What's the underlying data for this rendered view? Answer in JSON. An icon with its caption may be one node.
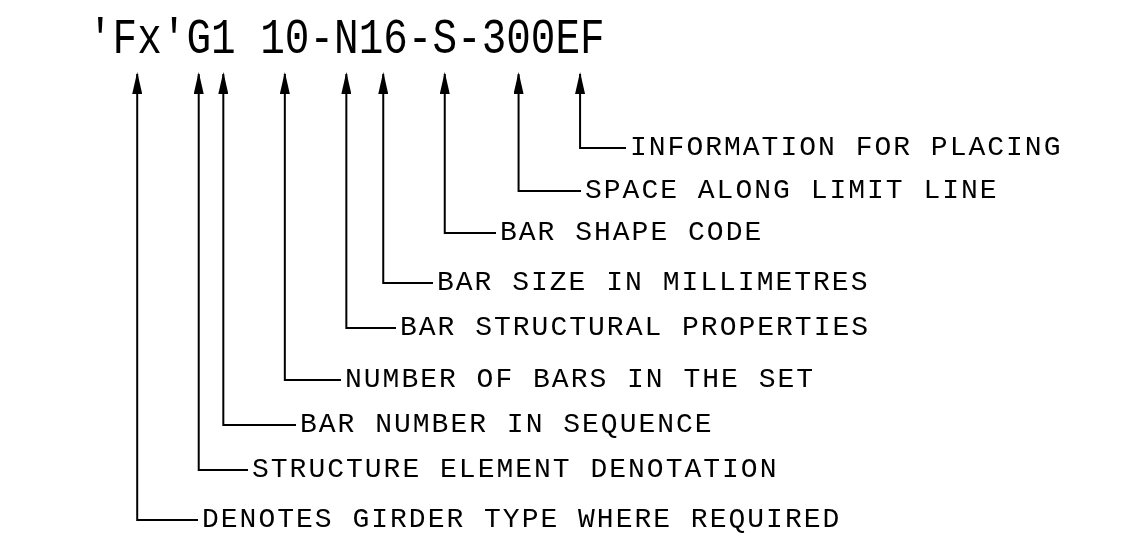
{
  "diagram": {
    "nodes": [
      {
        "text": [
          "INFORMATION FOR PLACING"
        ]
      },
      {
        "text": [
          "SPACE ALONG LIMIT LINE"
        ]
      },
      {
        "text": [
          "BAR SHAPE CODE"
        ]
      },
      {
        "text": [
          "BAR SIZE IN MILLIMETRES"
        ]
      },
      {
        "text": [
          "BAR STRUCTURAL PROPERTIES"
        ]
      },
      {
        "text": [
          "NUMBER OF BARS IN THE SET"
        ]
      },
      {
        "text": [
          "BAR NUMBER IN SEQUENCE"
        ]
      },
      {
        "text": [
          "STRUCTURE ELEMENT DENOTATION"
        ]
      },
      {
        "text": [
          "DENOTES GIRDER TYPE WHERE REQUIRED"
        ]
      }
    ],
    "edges": [
      {
        "from": 0,
        "to": null,
        "arrow": "to"
      },
      {
        "from": 1,
        "to": null,
        "arrow": "to"
      },
      {
        "from": 2,
        "to": null,
        "arrow": "to"
      },
      {
        "from": 3,
        "to": null,
        "arrow": "to"
      },
      {
        "from": 4,
        "to": null,
        "arrow": "to"
      },
      {
        "from": 5,
        "to": null,
        "arrow": "to"
      },
      {
        "from": 6,
        "to": null,
        "arrow": "to"
      },
      {
        "from": 7,
        "to": null,
        "arrow": "to"
      },
      {
        "from": 8,
        "to": null,
        "arrow": "to"
      }
    ],
    "labels": [
      "'Fx'G1 10-N16-S-300EF"
    ]
  }
}
